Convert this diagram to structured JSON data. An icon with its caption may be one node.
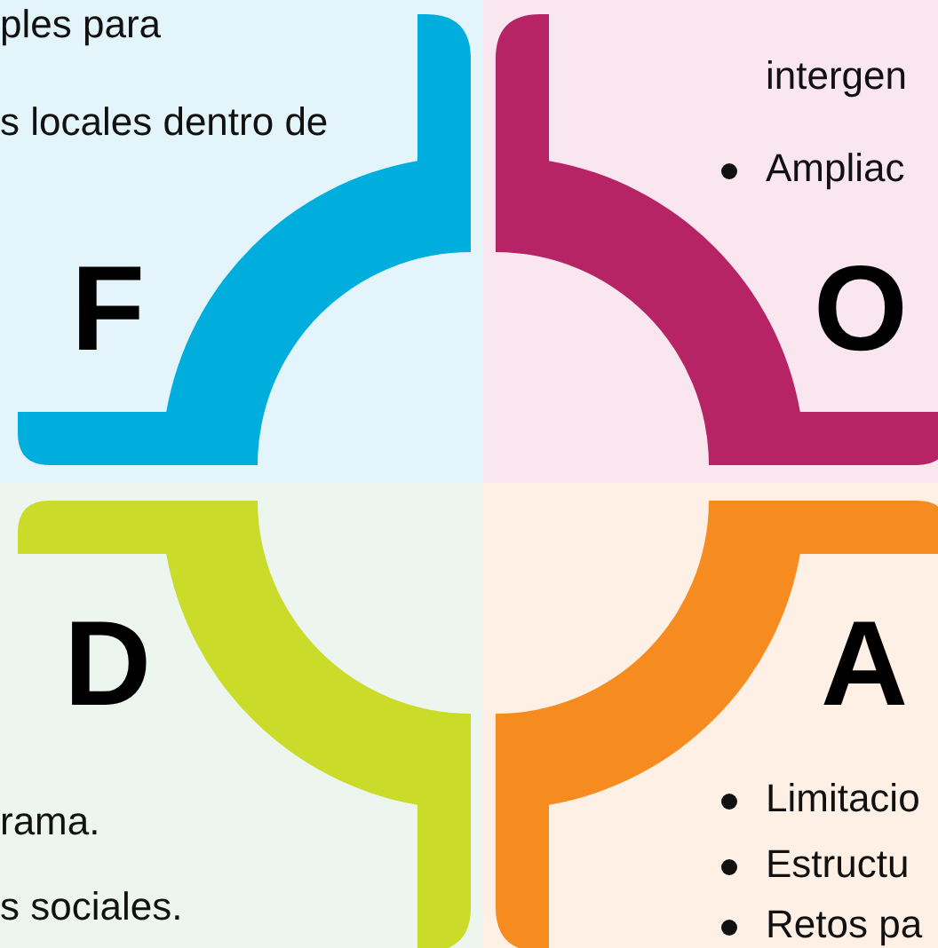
{
  "diagram": {
    "nodes": [
      {
        "text": [
          "ples para",
          "s locales dentro de",
          "F"
        ]
      },
      {
        "text": [
          "intergen",
          "Ampliac",
          "O"
        ]
      },
      {
        "text": [
          "D",
          "rama.",
          "s sociales."
        ]
      },
      {
        "text": [
          "A",
          "Limitacio",
          "Estructu",
          "Retos pa"
        ]
      }
    ]
  }
}
